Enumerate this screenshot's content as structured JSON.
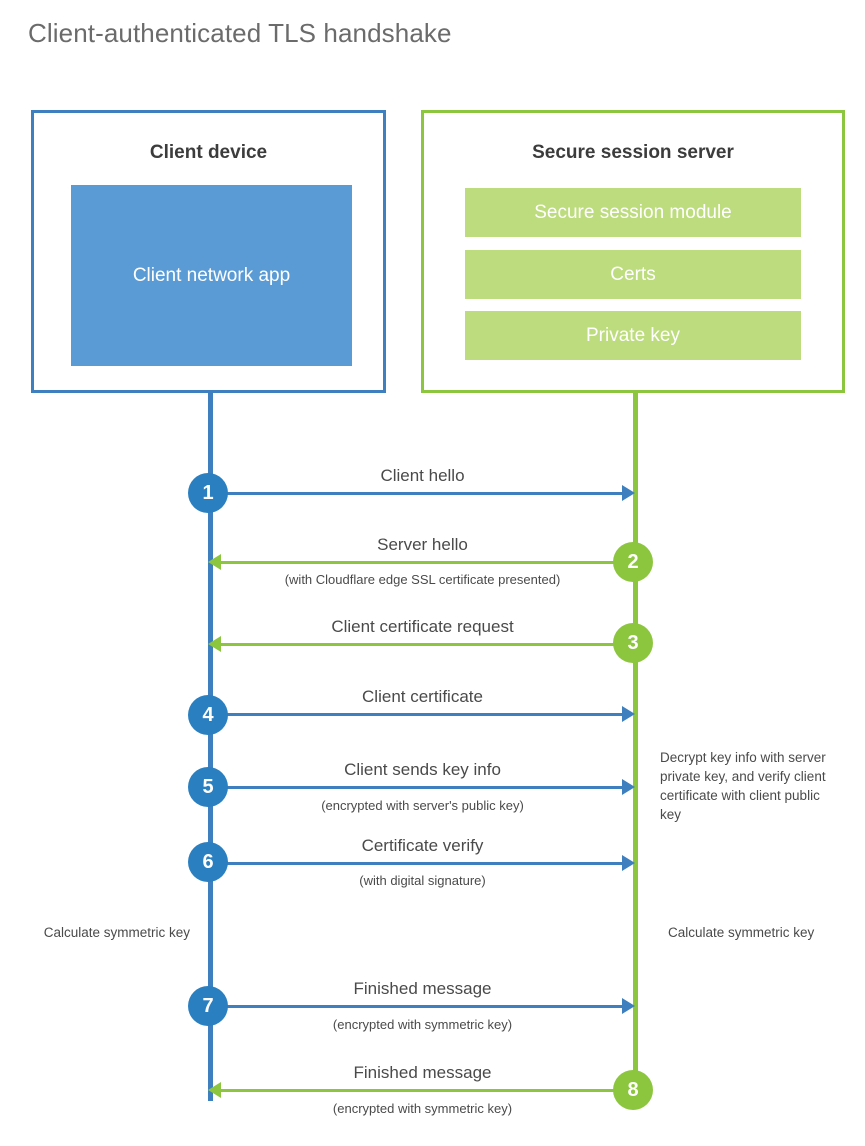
{
  "title": "Client-authenticated TLS handshake",
  "colors": {
    "client_border": "#3d7fbf",
    "client_app_fill": "#5b9bd5",
    "client_step": "#2a7fc0",
    "server_border": "#8cc63f",
    "server_bar_fill": "#bcdc7e",
    "server_step": "#8cc63f",
    "text": "#4a4a4a",
    "title_text": "#6b6b6b"
  },
  "client": {
    "title": "Client device",
    "app_label": "Client network app"
  },
  "server": {
    "title": "Secure session server",
    "bars": [
      {
        "label": "Secure session module"
      },
      {
        "label": "Certs"
      },
      {
        "label": "Private key"
      }
    ]
  },
  "steps": [
    {
      "number": "1",
      "label": "Client hello",
      "sublabel": "",
      "direction": "right",
      "color": "blue"
    },
    {
      "number": "2",
      "label": "Server hello",
      "sublabel": "(with Cloudflare edge SSL certificate presented)",
      "direction": "left",
      "color": "green"
    },
    {
      "number": "3",
      "label": "Client certificate request",
      "sublabel": "",
      "direction": "left",
      "color": "green"
    },
    {
      "number": "4",
      "label": "Client certificate",
      "sublabel": "",
      "direction": "right",
      "color": "blue"
    },
    {
      "number": "5",
      "label": "Client sends key info",
      "sublabel": "(encrypted with server's public key)",
      "direction": "right",
      "color": "blue"
    },
    {
      "number": "6",
      "label": "Certificate verify",
      "sublabel": "(with digital signature)",
      "direction": "right",
      "color": "blue"
    },
    {
      "number": "7",
      "label": "Finished message",
      "sublabel": "(encrypted with symmetric key)",
      "direction": "right",
      "color": "blue"
    },
    {
      "number": "8",
      "label": "Finished message",
      "sublabel": "(encrypted with symmetric key)",
      "direction": "left",
      "color": "green"
    }
  ],
  "notes": {
    "decrypt": "Decrypt key info with server private key, and verify client certificate with client public key",
    "calculate_client": "Calculate symmetric key",
    "calculate_server": "Calculate symmetric key"
  }
}
